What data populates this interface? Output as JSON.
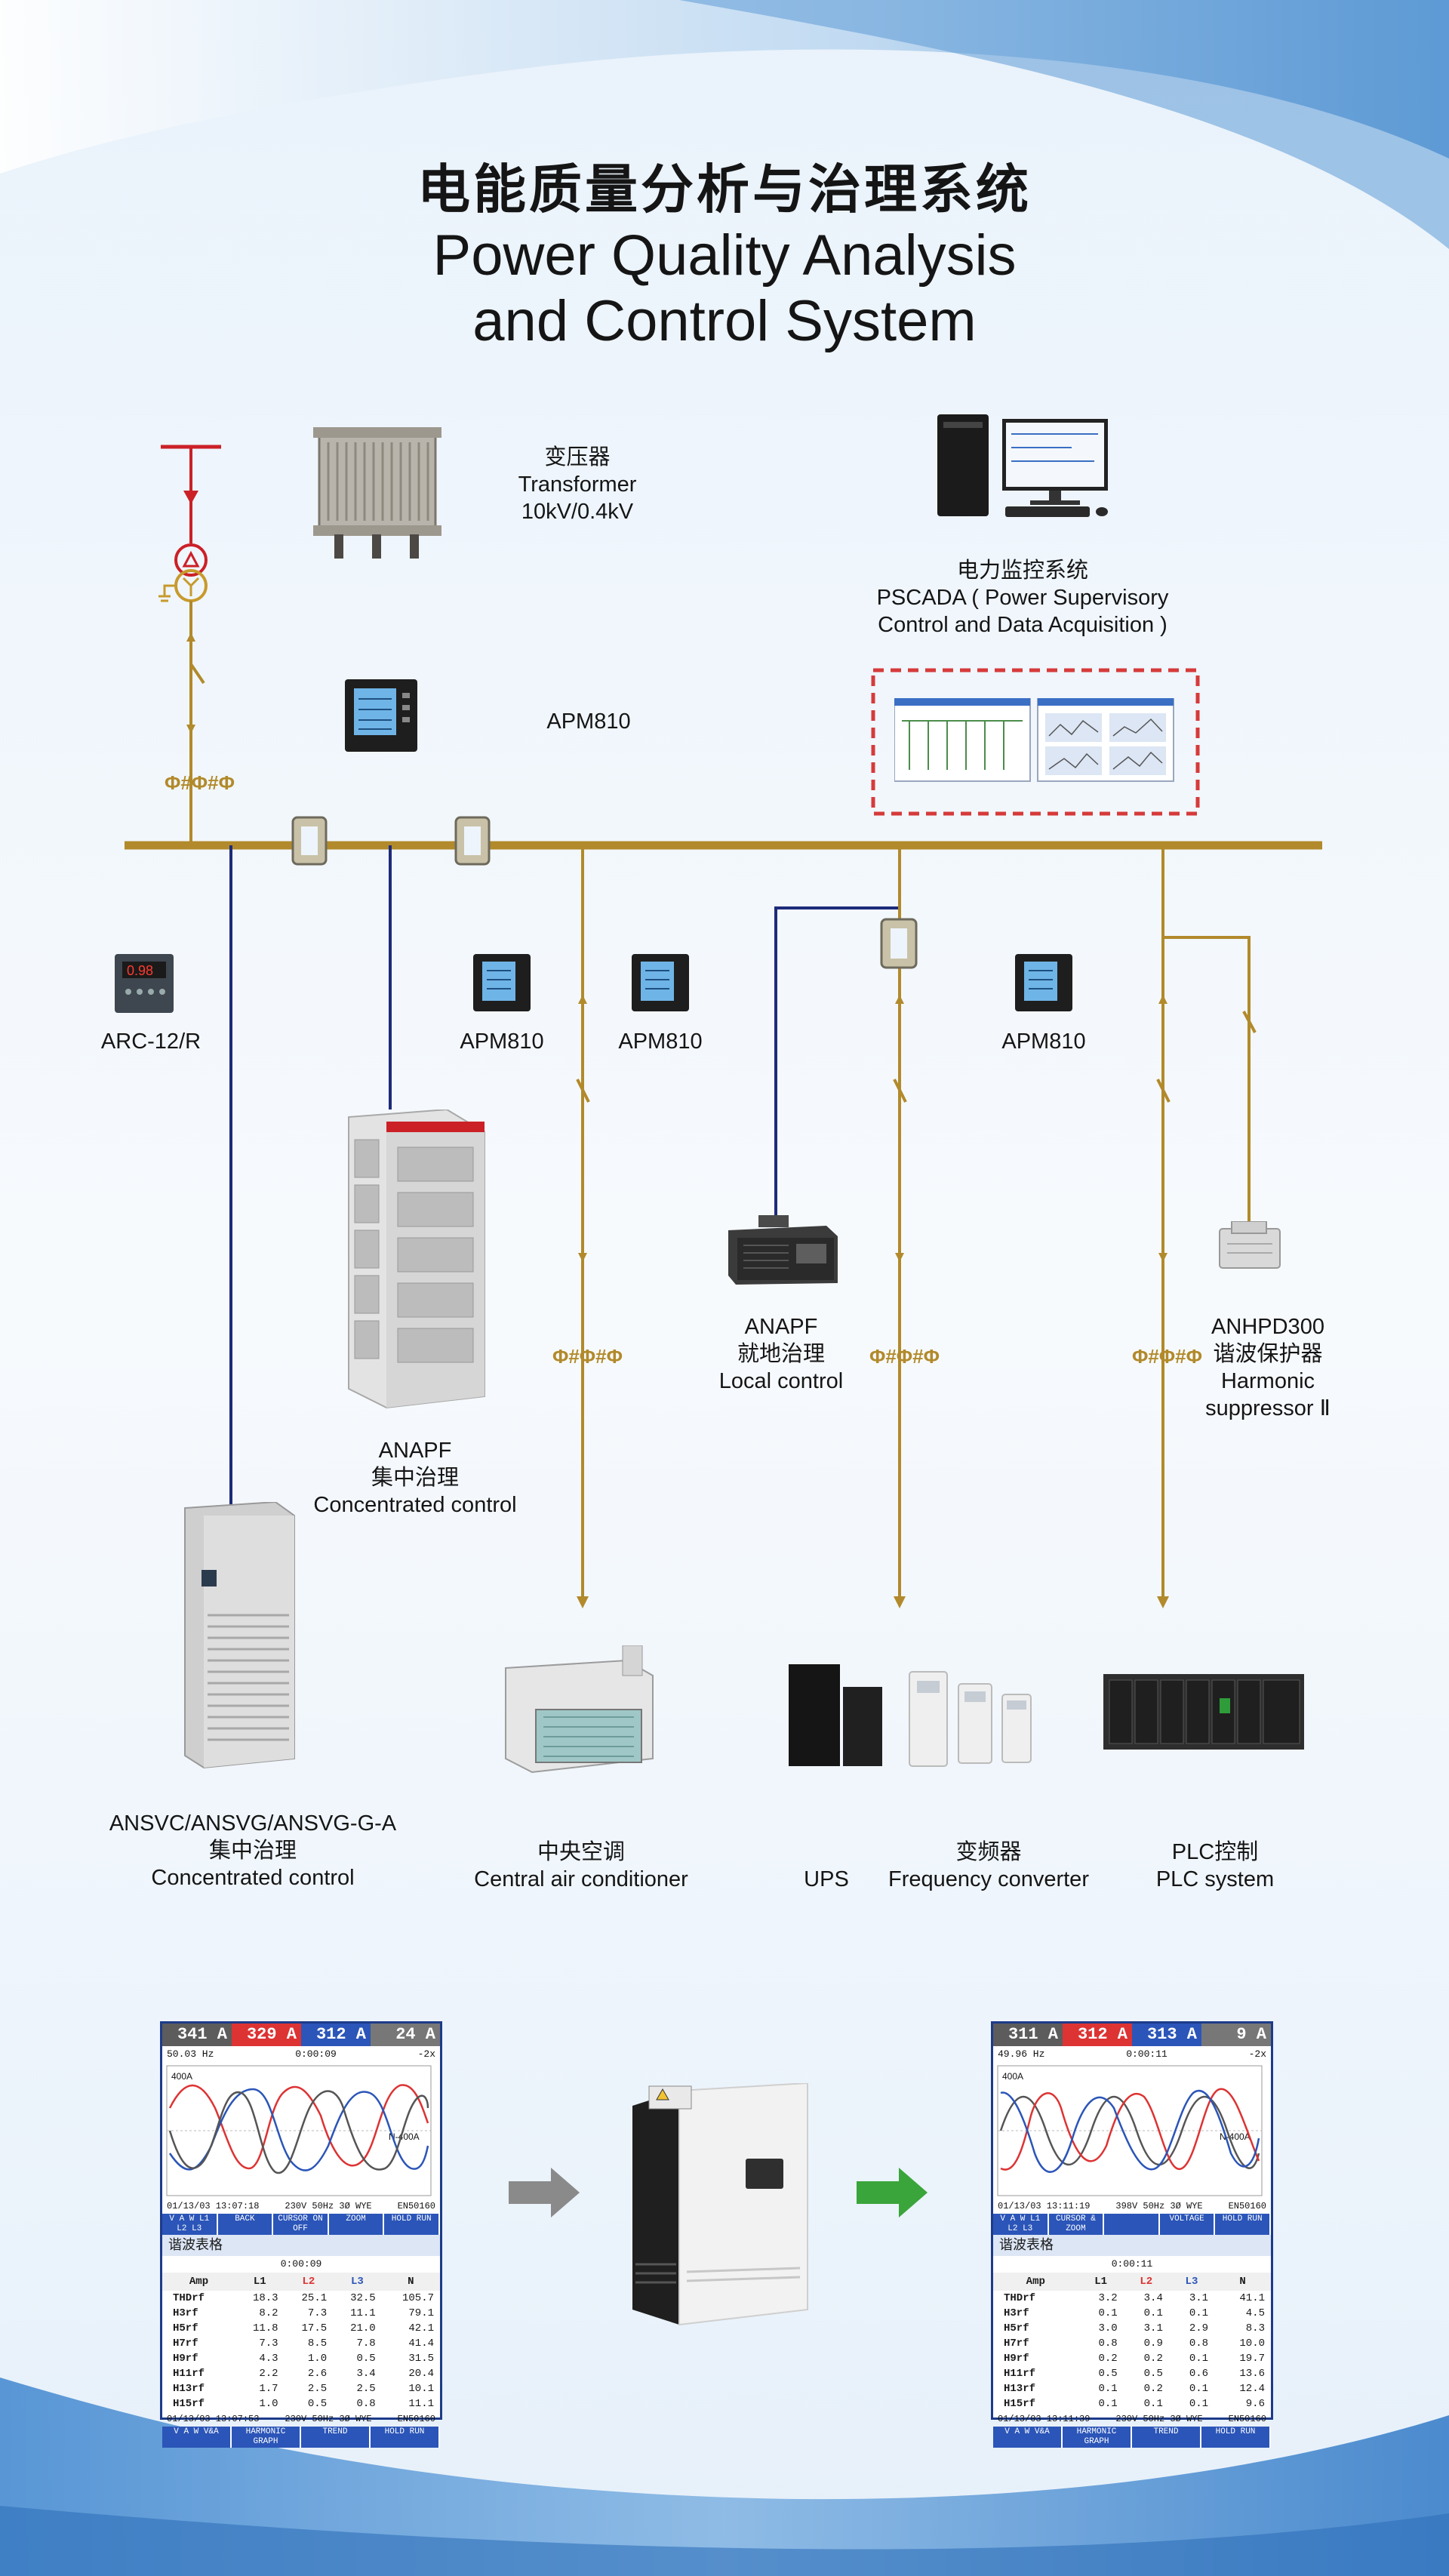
{
  "title": {
    "zh": "电能质量分析与治理系统",
    "en_line1": "Power Quality Analysis",
    "en_line2": "and Control System"
  },
  "colors": {
    "bus": "#b28a2b",
    "blue_line": "#1d2b7a",
    "red_line": "#cc2027",
    "accent_red": "#d63a3a",
    "arrow_green": "#3aa53a",
    "arrow_gray": "#8a8a8a"
  },
  "labels": {
    "transformer": {
      "zh": "变压器",
      "en": "Transformer",
      "spec": "10kV/0.4kV"
    },
    "pscada": {
      "zh": "电力监控系统",
      "en1": "PSCADA ( Power Supervisory",
      "en2": "Control and Data Acquisition )"
    },
    "apm810_top": "APM810",
    "arc": "ARC-12/R",
    "apm810_a": "APM810",
    "apm810_b": "APM810",
    "apm810_c": "APM810",
    "anapf_central": {
      "en": "ANAPF",
      "zh": "集中治理",
      "desc": "Concentrated control"
    },
    "anapf_local": {
      "en": "ANAPF",
      "zh": "就地治理",
      "desc": "Local control"
    },
    "anhpd": {
      "en": "ANHPD300",
      "zh": "谐波保护器",
      "desc1": "Harmonic",
      "desc2": "suppressor Ⅱ"
    },
    "ansvc": {
      "en": "ANSVC/ANSVG/ANSVG-G-A",
      "zh": "集中治理",
      "desc": "Concentrated control"
    },
    "aircon": {
      "zh": "中央空调",
      "en": "Central air conditioner"
    },
    "ups": "UPS",
    "vfd": {
      "zh": "变频器",
      "en": "Frequency converter"
    },
    "plc": {
      "zh": "PLC控制",
      "en": "PLC system"
    }
  },
  "scope_before": {
    "tops": [
      "341 A",
      "329 A",
      "312 A",
      "24 A"
    ],
    "freq": "50.03 Hz",
    "timer": "0:00:09",
    "zoom": "-2x",
    "peak_top": "400A",
    "peak_bottom": "N-400A",
    "status_date": "01/13/03  13:07:18",
    "status_mode": "230V 50Hz 3Ø WYE",
    "status_std": "EN50160",
    "softkeys": [
      "V A W L1 L2 L3",
      "BACK",
      "CURSOR ON OFF",
      "ZOOM",
      "HOLD RUN"
    ],
    "section": "谐波表格",
    "timer2": "0:00:09",
    "columns": [
      "Amp",
      "L1",
      "L2",
      "L3",
      "N"
    ],
    "rows": [
      [
        "THDrf",
        "18.3",
        "25.1",
        "32.5",
        "105.7"
      ],
      [
        "H3rf",
        "8.2",
        "7.3",
        "11.1",
        "79.1"
      ],
      [
        "H5rf",
        "11.8",
        "17.5",
        "21.0",
        "42.1"
      ],
      [
        "H7rf",
        "7.3",
        "8.5",
        "7.8",
        "41.4"
      ],
      [
        "H9rf",
        "4.3",
        "1.0",
        "0.5",
        "31.5"
      ],
      [
        "H11rf",
        "2.2",
        "2.6",
        "3.4",
        "20.4"
      ],
      [
        "H13rf",
        "1.7",
        "2.5",
        "2.5",
        "10.1"
      ],
      [
        "H15rf",
        "1.0",
        "0.5",
        "0.8",
        "11.1"
      ]
    ],
    "bottom_date": "01/13/03  13:07:53",
    "bottom_mode": "230V 50Hz 3Ø WYE",
    "bottom_std": "EN50160",
    "softkeys2": [
      "V A W V&A",
      "HARMONIC GRAPH",
      "TREND",
      "HOLD RUN"
    ]
  },
  "scope_after": {
    "tops": [
      "311 A",
      "312 A",
      "313 A",
      "9 A"
    ],
    "freq": "49.96 Hz",
    "timer": "0:00:11",
    "zoom": "-2x",
    "peak_top": "400A",
    "peak_bottom": "N-400A",
    "status_date": "01/13/03  13:11:19",
    "status_mode": "398V 50Hz 3Ø WYE",
    "status_std": "EN50160",
    "softkeys": [
      "V A W L1 L2 L3",
      "CURSOR & ZOOM",
      "",
      "VOLTAGE",
      "HOLD RUN"
    ],
    "section": "谐波表格",
    "timer2": "0:00:11",
    "columns": [
      "Amp",
      "L1",
      "L2",
      "L3",
      "N"
    ],
    "rows": [
      [
        "THDrf",
        "3.2",
        "3.4",
        "3.1",
        "41.1"
      ],
      [
        "H3rf",
        "0.1",
        "0.1",
        "0.1",
        "4.5"
      ],
      [
        "H5rf",
        "3.0",
        "3.1",
        "2.9",
        "8.3"
      ],
      [
        "H7rf",
        "0.8",
        "0.9",
        "0.8",
        "10.0"
      ],
      [
        "H9rf",
        "0.2",
        "0.2",
        "0.1",
        "19.7"
      ],
      [
        "H11rf",
        "0.5",
        "0.5",
        "0.6",
        "13.6"
      ],
      [
        "H13rf",
        "0.1",
        "0.2",
        "0.1",
        "12.4"
      ],
      [
        "H15rf",
        "0.1",
        "0.1",
        "0.1",
        "9.6"
      ]
    ],
    "bottom_date": "01/13/03  13:11:39",
    "bottom_mode": "230V 50Hz 3Ø WYE",
    "bottom_std": "EN50160",
    "softkeys2": [
      "V A W V&A",
      "HARMONIC GRAPH",
      "TREND",
      "HOLD RUN"
    ]
  }
}
